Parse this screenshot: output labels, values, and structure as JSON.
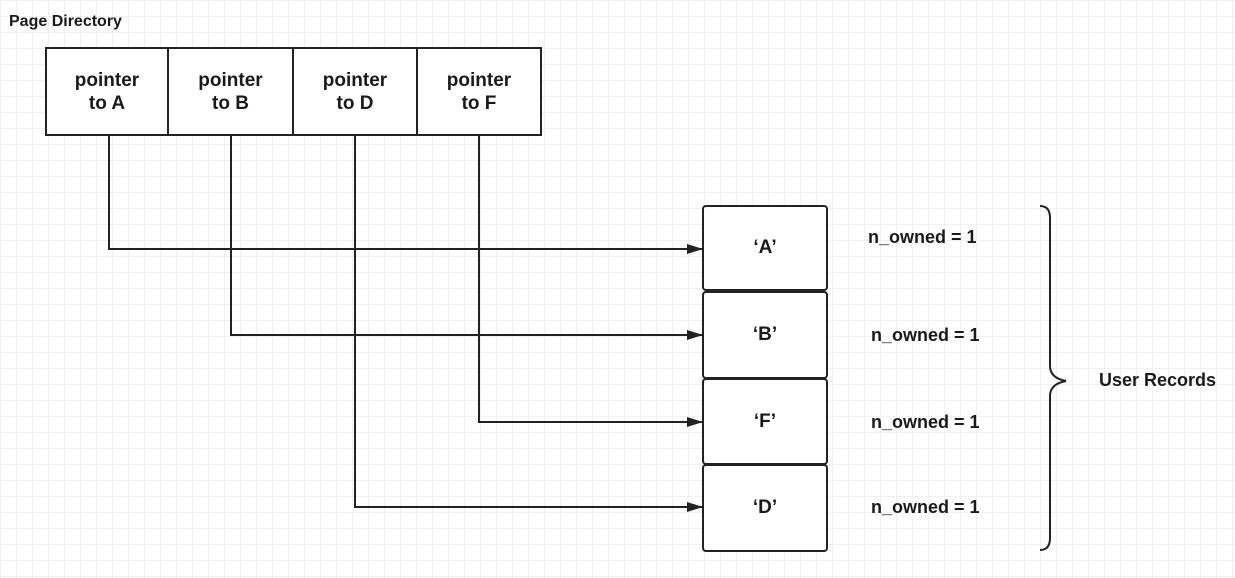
{
  "title": "Page Directory",
  "directory": {
    "slots": [
      "pointer\nto A",
      "pointer\nto B",
      "pointer\nto D",
      "pointer\nto F"
    ]
  },
  "records": [
    {
      "label": "‘A’",
      "owned": "n_owned = 1"
    },
    {
      "label": "‘B’",
      "owned": "n_owned = 1"
    },
    {
      "label": "‘F’",
      "owned": "n_owned = 1"
    },
    {
      "label": "‘D’",
      "owned": "n_owned = 1"
    }
  ],
  "group": {
    "label": "User Records"
  },
  "links": [
    {
      "from": 0,
      "to": 0
    },
    {
      "from": 1,
      "to": 1
    },
    {
      "from": 3,
      "to": 2
    },
    {
      "from": 2,
      "to": 3
    }
  ]
}
